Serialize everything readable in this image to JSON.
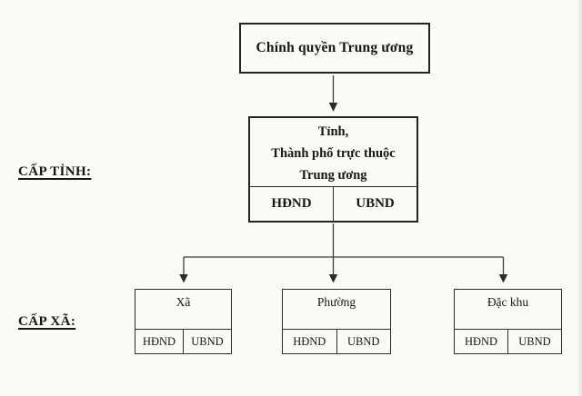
{
  "diagram": {
    "top_box": {
      "label": "Chính quyền Trung ương"
    },
    "province": {
      "side_label": "CẤP TỈNH:",
      "title_lines": [
        "Tỉnh,",
        "Thành phố trực thuộc",
        "Trung ương"
      ],
      "council_label": "HĐND",
      "committee_label": "UBND"
    },
    "commune": {
      "side_label": "CẤP XÃ:",
      "units": [
        {
          "title": "Xã",
          "council_label": "HĐND",
          "committee_label": "UBND"
        },
        {
          "title": "Phường",
          "council_label": "HĐND",
          "committee_label": "UBND"
        },
        {
          "title": "Đặc khu",
          "council_label": "HĐND",
          "committee_label": "UBND"
        }
      ]
    },
    "colors": {
      "paper": "#fbfaf6",
      "ink": "#161616",
      "line": "#3d3d3d"
    }
  }
}
